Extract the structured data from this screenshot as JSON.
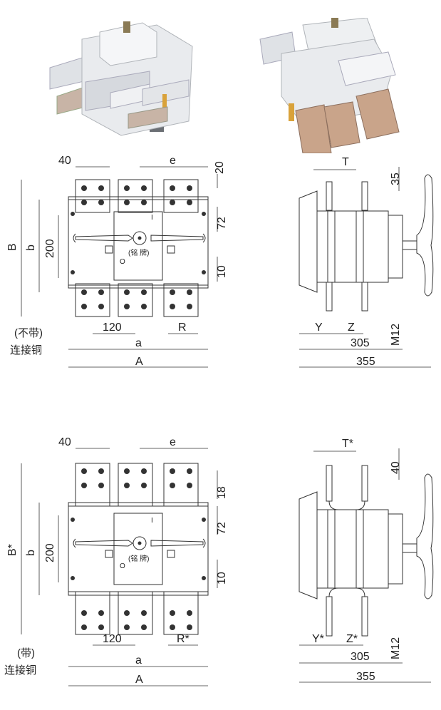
{
  "photos": {
    "left_label": "",
    "right_label": ""
  },
  "top": {
    "front": {
      "dim_40": "40",
      "dim_e": "e",
      "dim_20": "20",
      "dim_72": "72",
      "dim_10": "10",
      "dim_B": "B",
      "dim_b": "b",
      "dim_200": "200",
      "dim_120": "120",
      "dim_R": "R",
      "dim_a": "a",
      "dim_A": "A",
      "nameplate": "(铭 牌)",
      "symbol_on": "I",
      "symbol_off": "O",
      "note_line1": "(不带)",
      "note_line2": "连接铜"
    },
    "side": {
      "dim_T": "T",
      "dim_35": "35",
      "dim_Y": "Y",
      "dim_Z": "Z",
      "dim_M12": "M12",
      "dim_305": "305",
      "dim_355": "355"
    }
  },
  "bottom": {
    "front": {
      "dim_40": "40",
      "dim_e": "e",
      "dim_18": "18",
      "dim_72": "72",
      "dim_10": "10",
      "dim_B": "B*",
      "dim_b": "b",
      "dim_200": "200",
      "dim_120": "120",
      "dim_R": "R*",
      "dim_a": "a",
      "dim_A": "A",
      "nameplate": "(铭 牌)",
      "symbol_on": "I",
      "symbol_off": "O",
      "note_line1": "(带)",
      "note_line2": "连接铜"
    },
    "side": {
      "dim_T": "T*",
      "dim_40": "40",
      "dim_Y": "Y*",
      "dim_Z": "Z*",
      "dim_M12": "M12",
      "dim_305": "305",
      "dim_355": "355"
    }
  },
  "colors": {
    "line": "#333333",
    "photo_body": "#e9ebee",
    "photo_metal": "#c9a48a",
    "photo_shadow": "#9ea3a8",
    "photo_accent": "#d9a23a"
  }
}
